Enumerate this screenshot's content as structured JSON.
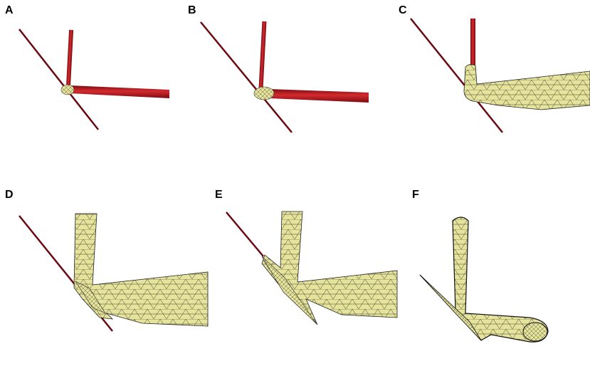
{
  "panels": [
    {
      "id": "A",
      "label": "A"
    },
    {
      "id": "B",
      "label": "B"
    },
    {
      "id": "C",
      "label": "C"
    },
    {
      "id": "D",
      "label": "D"
    },
    {
      "id": "E",
      "label": "E"
    },
    {
      "id": "F",
      "label": "F"
    }
  ],
  "colors": {
    "vessel_red": "#b0141c",
    "vessel_red_dark": "#6a0a10",
    "mesh_fill": "#e6e39c",
    "mesh_line": "#1c1c12",
    "background": "#ffffff"
  }
}
